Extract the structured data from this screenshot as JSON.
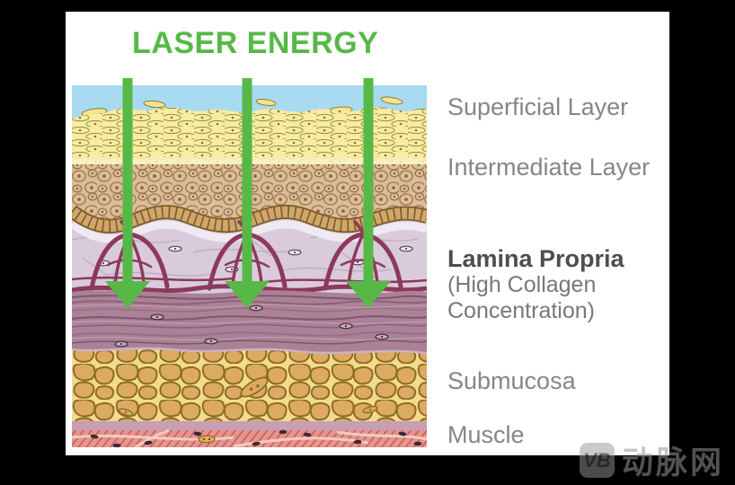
{
  "title": "LASER ENERGY",
  "layer_labels": {
    "superficial": "Superficial Layer",
    "intermediate": "Intermediate Layer",
    "lamina_title": "Lamina Propria",
    "lamina_sub1": "(High Collagen",
    "lamina_sub2": "Concentration)",
    "submucosa": "Submucosa",
    "muscle": "Muscle"
  },
  "illustration": {
    "description": "tissue cross-section with three green laser arrows penetrating from the surface into the lamina propria",
    "arrow_count": 3
  },
  "watermark": {
    "logo": "VB",
    "text": "动脉网"
  },
  "colors": {
    "accent_green": "#56b947",
    "label_gray": "#85868a",
    "label_dark": "#4d4e50",
    "card_bg": "#ffffff",
    "page_bg": "#000000"
  }
}
